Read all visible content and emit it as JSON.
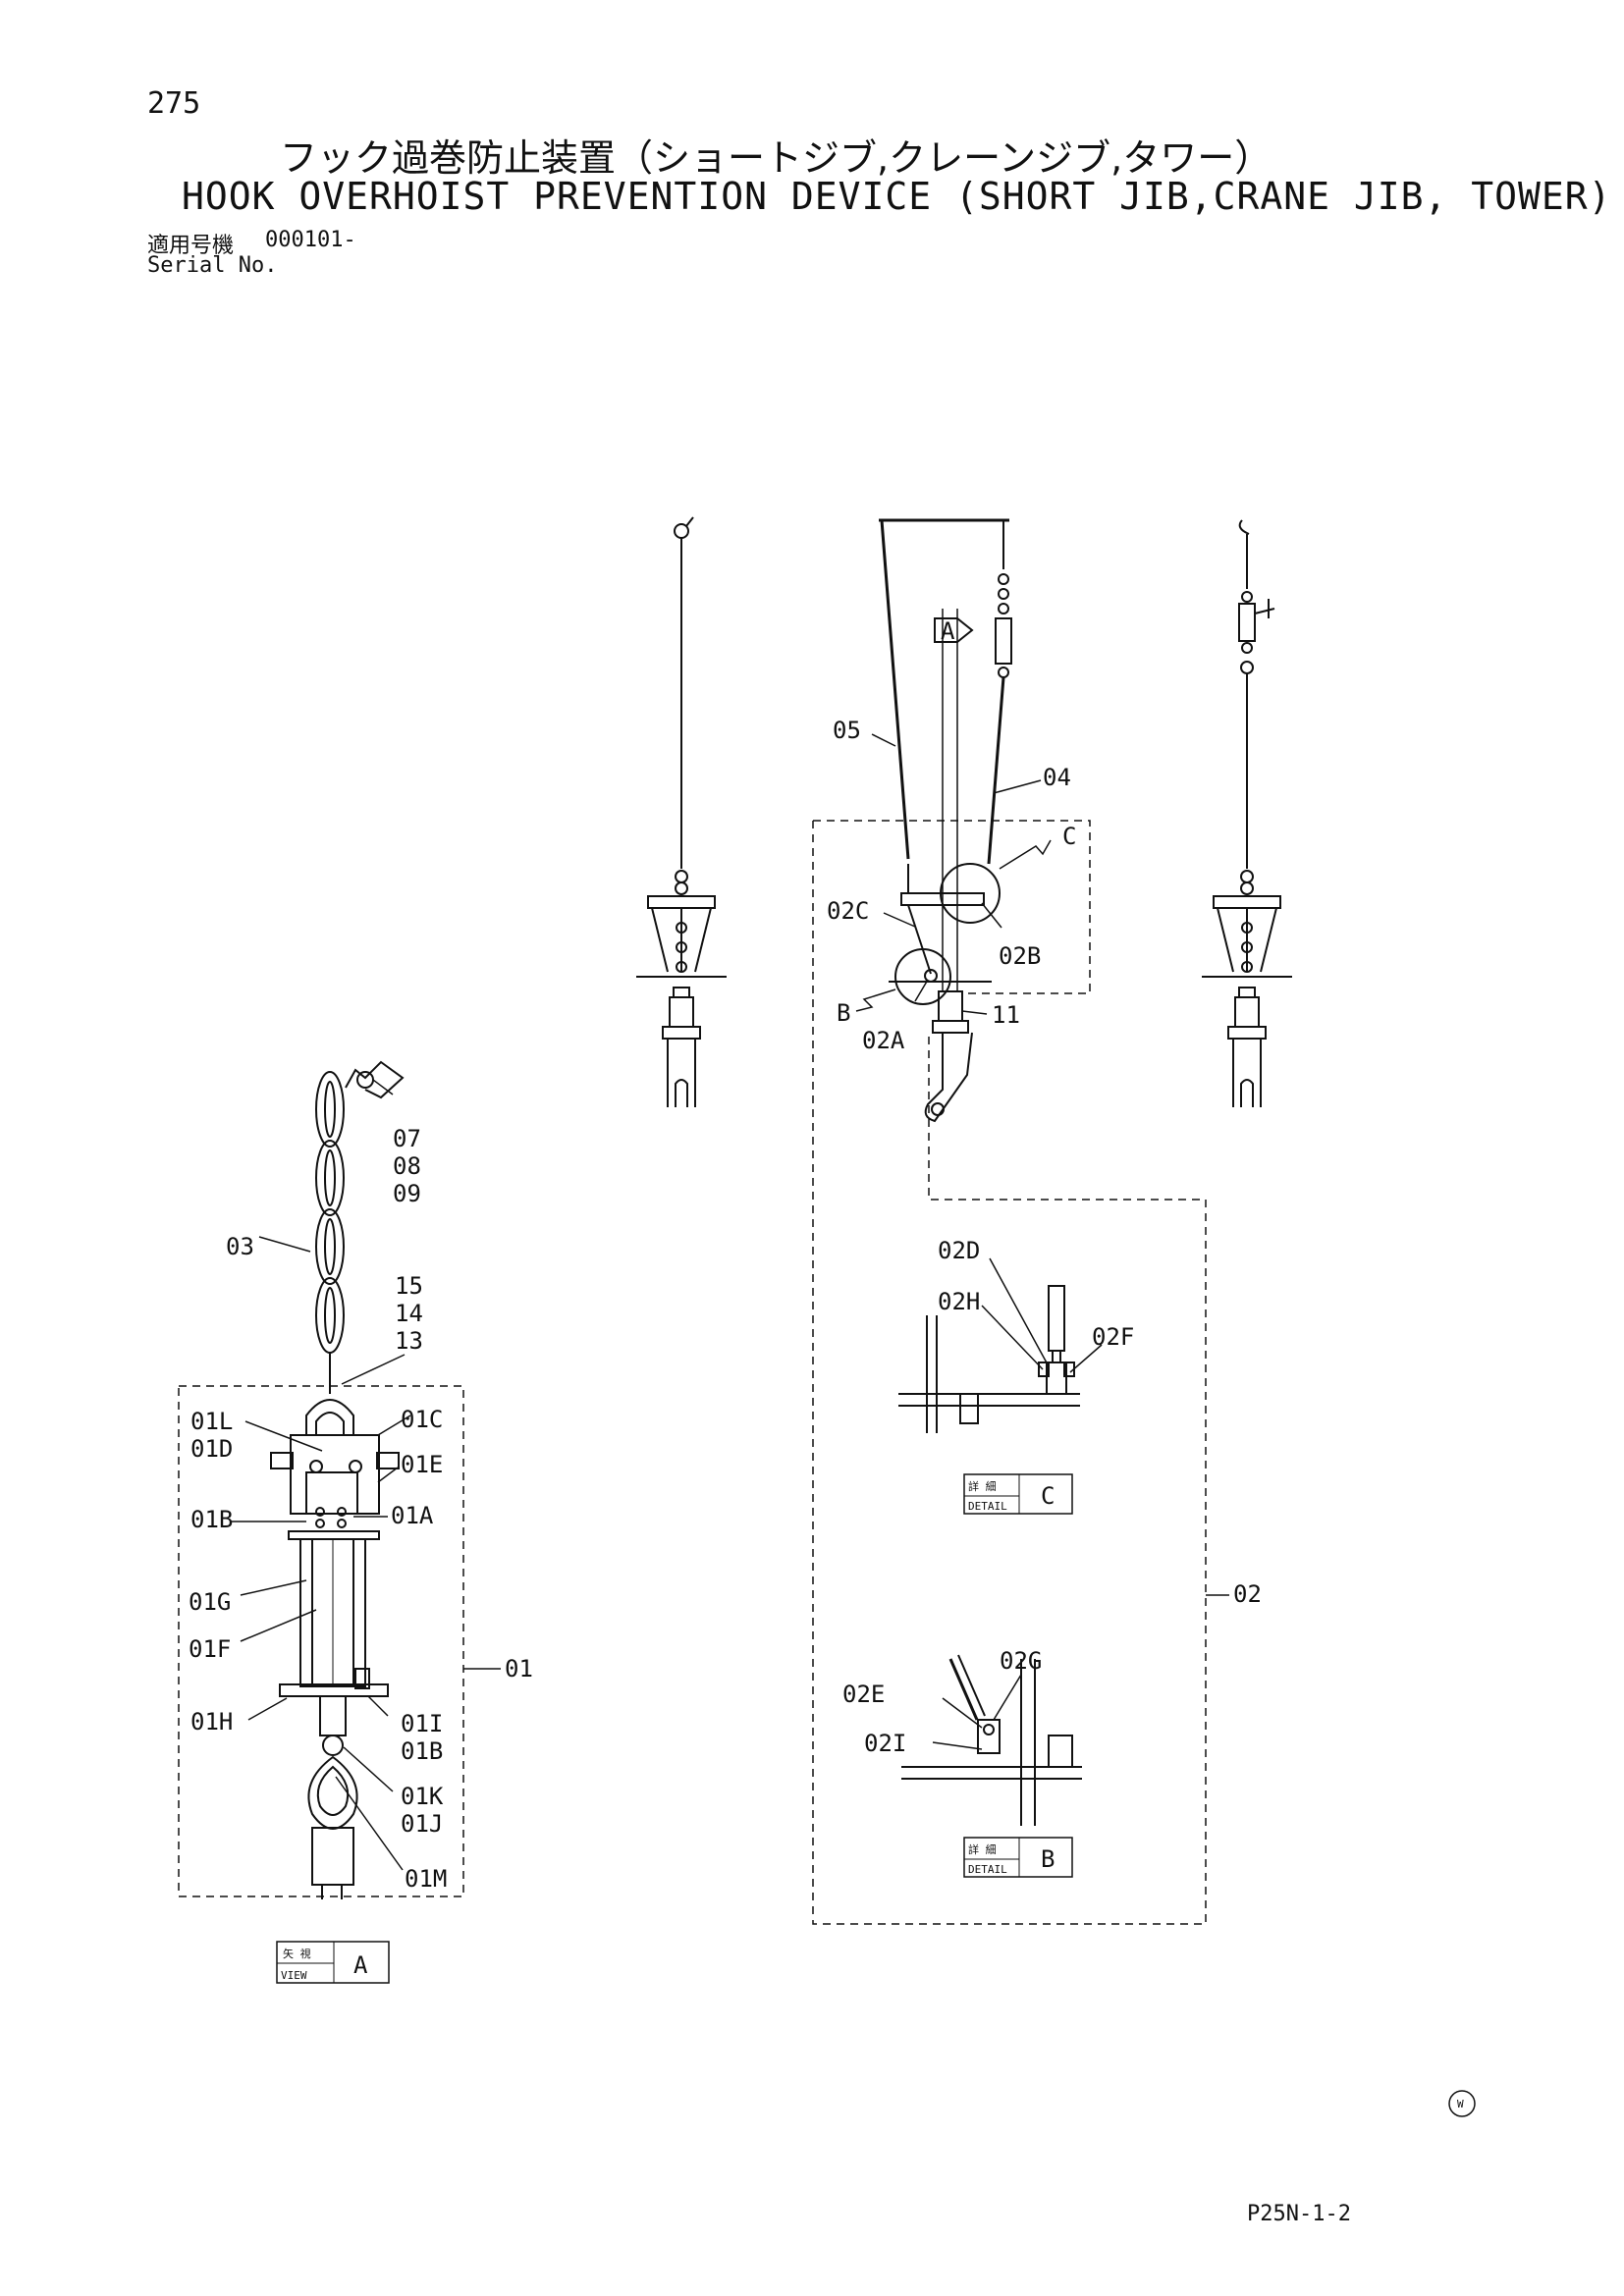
{
  "header": {
    "page_number": "275",
    "title_jp": "フック過巻防止装置（ショートジブ,クレーンジブ,タワー）",
    "title_en": "HOOK OVERHOIST PREVENTION DEVICE (SHORT JIB,CRANE JIB, TOWER)",
    "serial_label_jp": "適用号機",
    "serial_value": "000101-",
    "serial_label_en": "Serial No."
  },
  "callouts": {
    "p05": "05",
    "p04": "04",
    "p02C": "02C",
    "p02B": "02B",
    "p02A": "02A",
    "p11": "11",
    "p07": "07",
    "p08": "08",
    "p09": "09",
    "p03": "03",
    "p15": "15",
    "p14": "14",
    "p13": "13",
    "p01L": "01L",
    "p01D": "01D",
    "p01C": "01C",
    "p01E": "01E",
    "p01B": "01B",
    "p01A": "01A",
    "p01G": "01G",
    "p01F": "01F",
    "p01": "01",
    "p01H": "01H",
    "p01I": "01I",
    "p01B2": "01B",
    "p01K": "01K",
    "p01J": "01J",
    "p01M": "01M",
    "p02D": "02D",
    "p02H": "02H",
    "p02F": "02F",
    "p02": "02",
    "p02E": "02E",
    "p02G": "02G",
    "p02I": "02I"
  },
  "view_markers": {
    "arrow_a": "A",
    "c": "C",
    "b": "B"
  },
  "detail_labels": {
    "detail_c": {
      "jp": "詳 細",
      "en": "DETAIL",
      "letter": "C"
    },
    "detail_b": {
      "jp": "詳 細",
      "en": "DETAIL",
      "letter": "B"
    },
    "view_a": {
      "jp": "矢 視",
      "en": "VIEW",
      "letter": "A"
    }
  },
  "footer": {
    "mark": "W",
    "code": "P25N-1-2"
  }
}
